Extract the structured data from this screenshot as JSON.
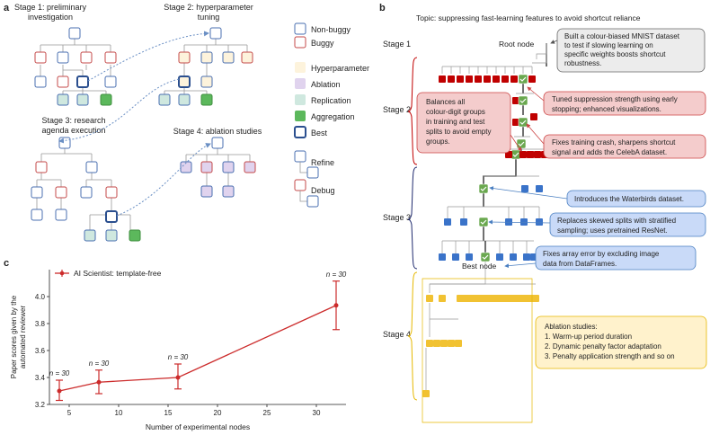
{
  "panel_a": {
    "label": "a",
    "stage1": "Stage 1: preliminary",
    "stage1b": "investigation",
    "stage2": "Stage 2: hyperparameter",
    "stage2b": "tuning",
    "stage3": "Stage 3: research",
    "stage3b": "agenda execution",
    "stage4": "Stage 4: ablation studies",
    "legend": {
      "non_buggy": "Non-buggy",
      "buggy": "Buggy",
      "hyperparameter": "Hyperparameter",
      "ablation": "Ablation",
      "replication": "Replication",
      "aggregation": "Aggregation",
      "best": "Best",
      "refine": "Refine",
      "debug": "Debug"
    },
    "colors": {
      "non_buggy": "#4a6fb0",
      "buggy": "#c44a4a",
      "hyperparameter": "#fdf3dc",
      "ablation": "#e0d3ee",
      "replication": "#cfe8df",
      "aggregation": "#5cb85c",
      "best_border": "#2b4f8f"
    }
  },
  "panel_b": {
    "label": "b",
    "topic": "Topic: suppressing fast-learning features to avoid shortcut reliance",
    "stages": [
      "Stage 1",
      "Stage 2",
      "Stage 3",
      "Stage 4"
    ],
    "root_node": "Root node",
    "best_node": "Best node",
    "notes": {
      "root": [
        "Built a colour-biased MNIST dataset",
        "to test if slowing learning on",
        "specific weights boosts shortcut",
        "robustness."
      ],
      "s2_left": [
        "Balances all",
        "colour-digit groups",
        "in training and test",
        "splits to avoid empty",
        "groups."
      ],
      "s2_tuned": [
        "Tuned suppression strength using early",
        "stopping; enhanced visualizations."
      ],
      "s2_fix": [
        "Fixes training crash, sharpens shortcut",
        "signal and adds the CelebA dataset."
      ],
      "s3_water": [
        "Introduces the Waterbirds dataset."
      ],
      "s3_strat": [
        "Replaces skewed splits with stratified",
        "sampling; uses pretrained ResNet."
      ],
      "s3_fix": [
        "Fixes array error by excluding image",
        "data from DataFrames."
      ],
      "s4": [
        "Ablation studies:",
        "1. Warm-up period duration",
        "2. Dynamic penalty factor adaptation",
        "3. Penalty application strength and so on"
      ]
    },
    "colors": {
      "stage2_node": "#c00000",
      "stage3_node": "#3a73c9",
      "stage4_node": "#f1c232",
      "best_check": "#6aa84f",
      "note_gray": "#ececec",
      "note_red": "#f4cccc",
      "note_blue": "#c9daf8",
      "note_yellow": "#fff2cc"
    }
  },
  "panel_c": {
    "label": "c",
    "chart_data": {
      "type": "line",
      "series": [
        {
          "name": "AI Scientist: template-free",
          "x": [
            4,
            8,
            16,
            32
          ],
          "y": [
            3.3,
            3.365,
            3.4,
            3.935
          ],
          "err_low": [
            3.23,
            3.28,
            3.315,
            3.755
          ],
          "err_high": [
            3.38,
            3.455,
            3.5,
            4.115
          ],
          "n_labels": [
            "n = 30",
            "n = 30",
            "n = 30",
            "n = 30"
          ]
        }
      ],
      "xlabel": "Number of experimental nodes",
      "ylabel": [
        "Paper scores given by the",
        "automated reviewer"
      ],
      "xlim": [
        3,
        33
      ],
      "ylim": [
        3.2,
        4.2
      ],
      "xticks": [
        5,
        10,
        15,
        20,
        25,
        30
      ],
      "yticks": [
        3.2,
        3.4,
        3.6,
        3.8,
        4.0
      ],
      "color": "#cc2b2b",
      "legend": "top-left",
      "grid": false
    }
  }
}
